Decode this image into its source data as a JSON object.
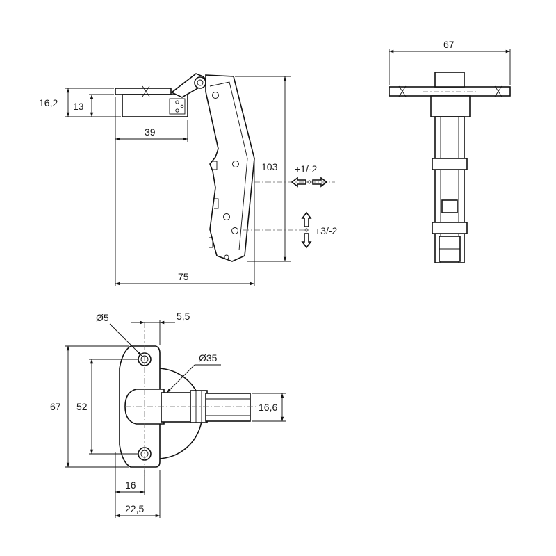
{
  "side_view": {
    "dims": {
      "d_16_2": "16,2",
      "d_13": "13",
      "d_39": "39",
      "d_103": "103",
      "d_75": "75"
    },
    "adjust_depth": "+1/-2",
    "adjust_height": "+3/-2"
  },
  "end_view": {
    "dims": {
      "d_67": "67"
    }
  },
  "top_view": {
    "dims": {
      "d_dia5": "Ø5",
      "d_5_5": "5,5",
      "d_dia35": "Ø35",
      "d_67": "67",
      "d_52": "52",
      "d_16_6": "16,6",
      "d_16": "16",
      "d_22_5": "22,5"
    }
  }
}
